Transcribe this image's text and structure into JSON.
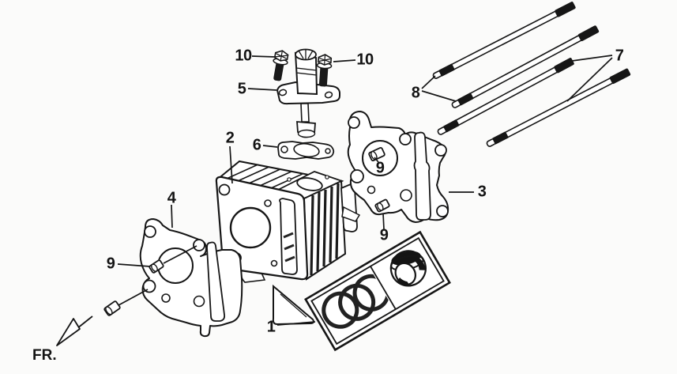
{
  "diagram": {
    "front_marker": "FR.",
    "colors": {
      "ink": "#161616",
      "background": "#fbfbfa"
    },
    "callouts": [
      {
        "id": "callout-10-left",
        "label": "10"
      },
      {
        "id": "callout-10-right",
        "label": "10"
      },
      {
        "id": "callout-5",
        "label": "5"
      },
      {
        "id": "callout-6",
        "label": "6"
      },
      {
        "id": "callout-2",
        "label": "2"
      },
      {
        "id": "callout-8",
        "label": "8"
      },
      {
        "id": "callout-7",
        "label": "7"
      },
      {
        "id": "callout-3",
        "label": "3"
      },
      {
        "id": "callout-9-head-upper",
        "label": "9"
      },
      {
        "id": "callout-9-head-lower",
        "label": "9"
      },
      {
        "id": "callout-9-left",
        "label": "9"
      },
      {
        "id": "callout-4",
        "label": "4"
      },
      {
        "id": "callout-1",
        "label": "1"
      }
    ]
  }
}
